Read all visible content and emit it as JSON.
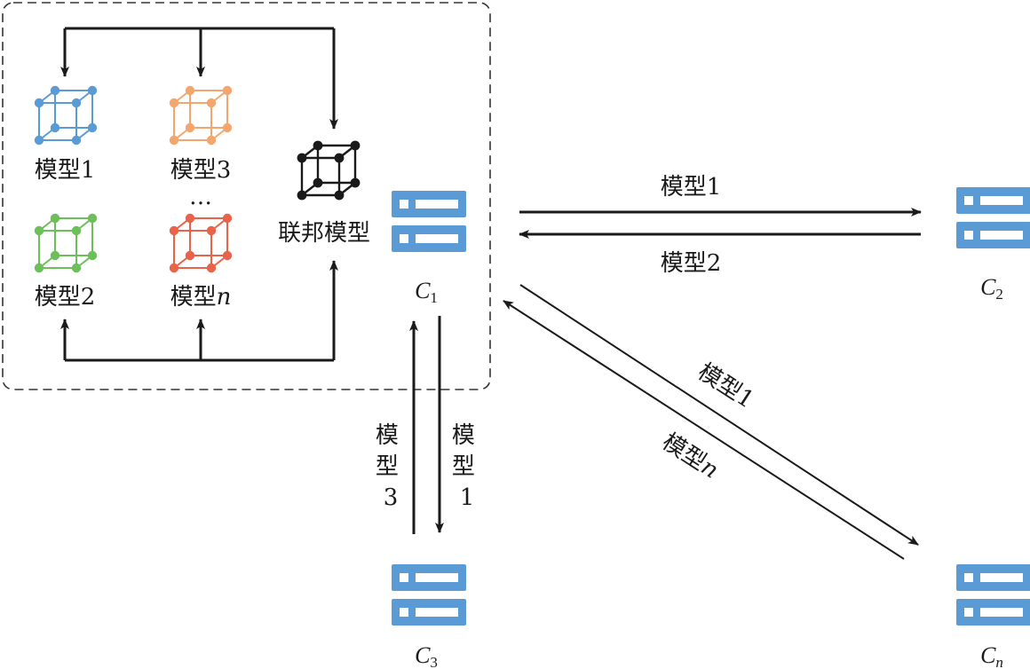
{
  "local_models": [
    {
      "label": "模型1",
      "color": "#5b9bd5"
    },
    {
      "label": "模型3",
      "color": "#f4a66f"
    },
    {
      "label": "模型2",
      "color": "#6cbf5a"
    },
    {
      "label_prefix": "模型",
      "label_var": "n",
      "color": "#e8634a"
    }
  ],
  "ellipsis": "…",
  "federated_model": {
    "label": "联邦模型",
    "color": "#1a1a1a"
  },
  "clients": {
    "c1": {
      "letter": "C",
      "sub": "1"
    },
    "c2": {
      "letter": "C",
      "sub": "2"
    },
    "c3": {
      "letter": "C",
      "sub": "3"
    },
    "cn": {
      "letter": "C",
      "sub": "n"
    }
  },
  "links": {
    "c1_to_c2": "模型1",
    "c2_to_c1": "模型2",
    "c3_to_c1": [
      "模",
      "型",
      "3"
    ],
    "c1_to_c3": [
      "模",
      "型",
      "1"
    ],
    "c1_to_cn": "模型1",
    "cn_to_c1": {
      "prefix": "模型",
      "var": "n"
    }
  },
  "colors": {
    "server": "#5b9bd5",
    "line": "#1a1a1a",
    "dashed_box": "#333333"
  }
}
